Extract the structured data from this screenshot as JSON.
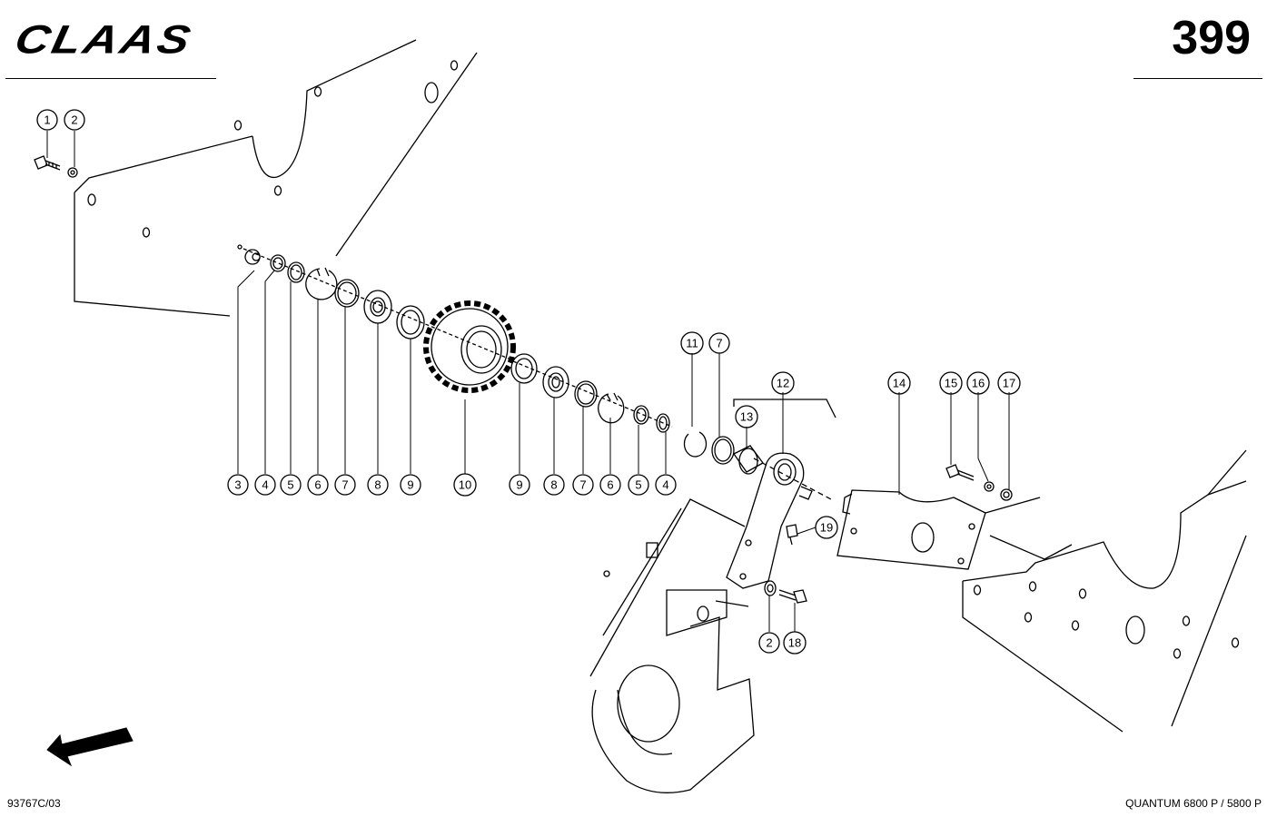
{
  "header": {
    "brand": "CLAAS",
    "page_number": "399"
  },
  "footer": {
    "drawing_code": "93767C/03",
    "model": "QUANTUM 6800 P / 5800 P"
  },
  "callouts": [
    "1",
    "2",
    "3",
    "4",
    "5",
    "6",
    "7",
    "8",
    "9",
    "10",
    "11",
    "12",
    "13",
    "14",
    "15",
    "16",
    "17",
    "18",
    "19"
  ],
  "icons": {
    "direction_arrow": "arrow-down-left-icon"
  }
}
